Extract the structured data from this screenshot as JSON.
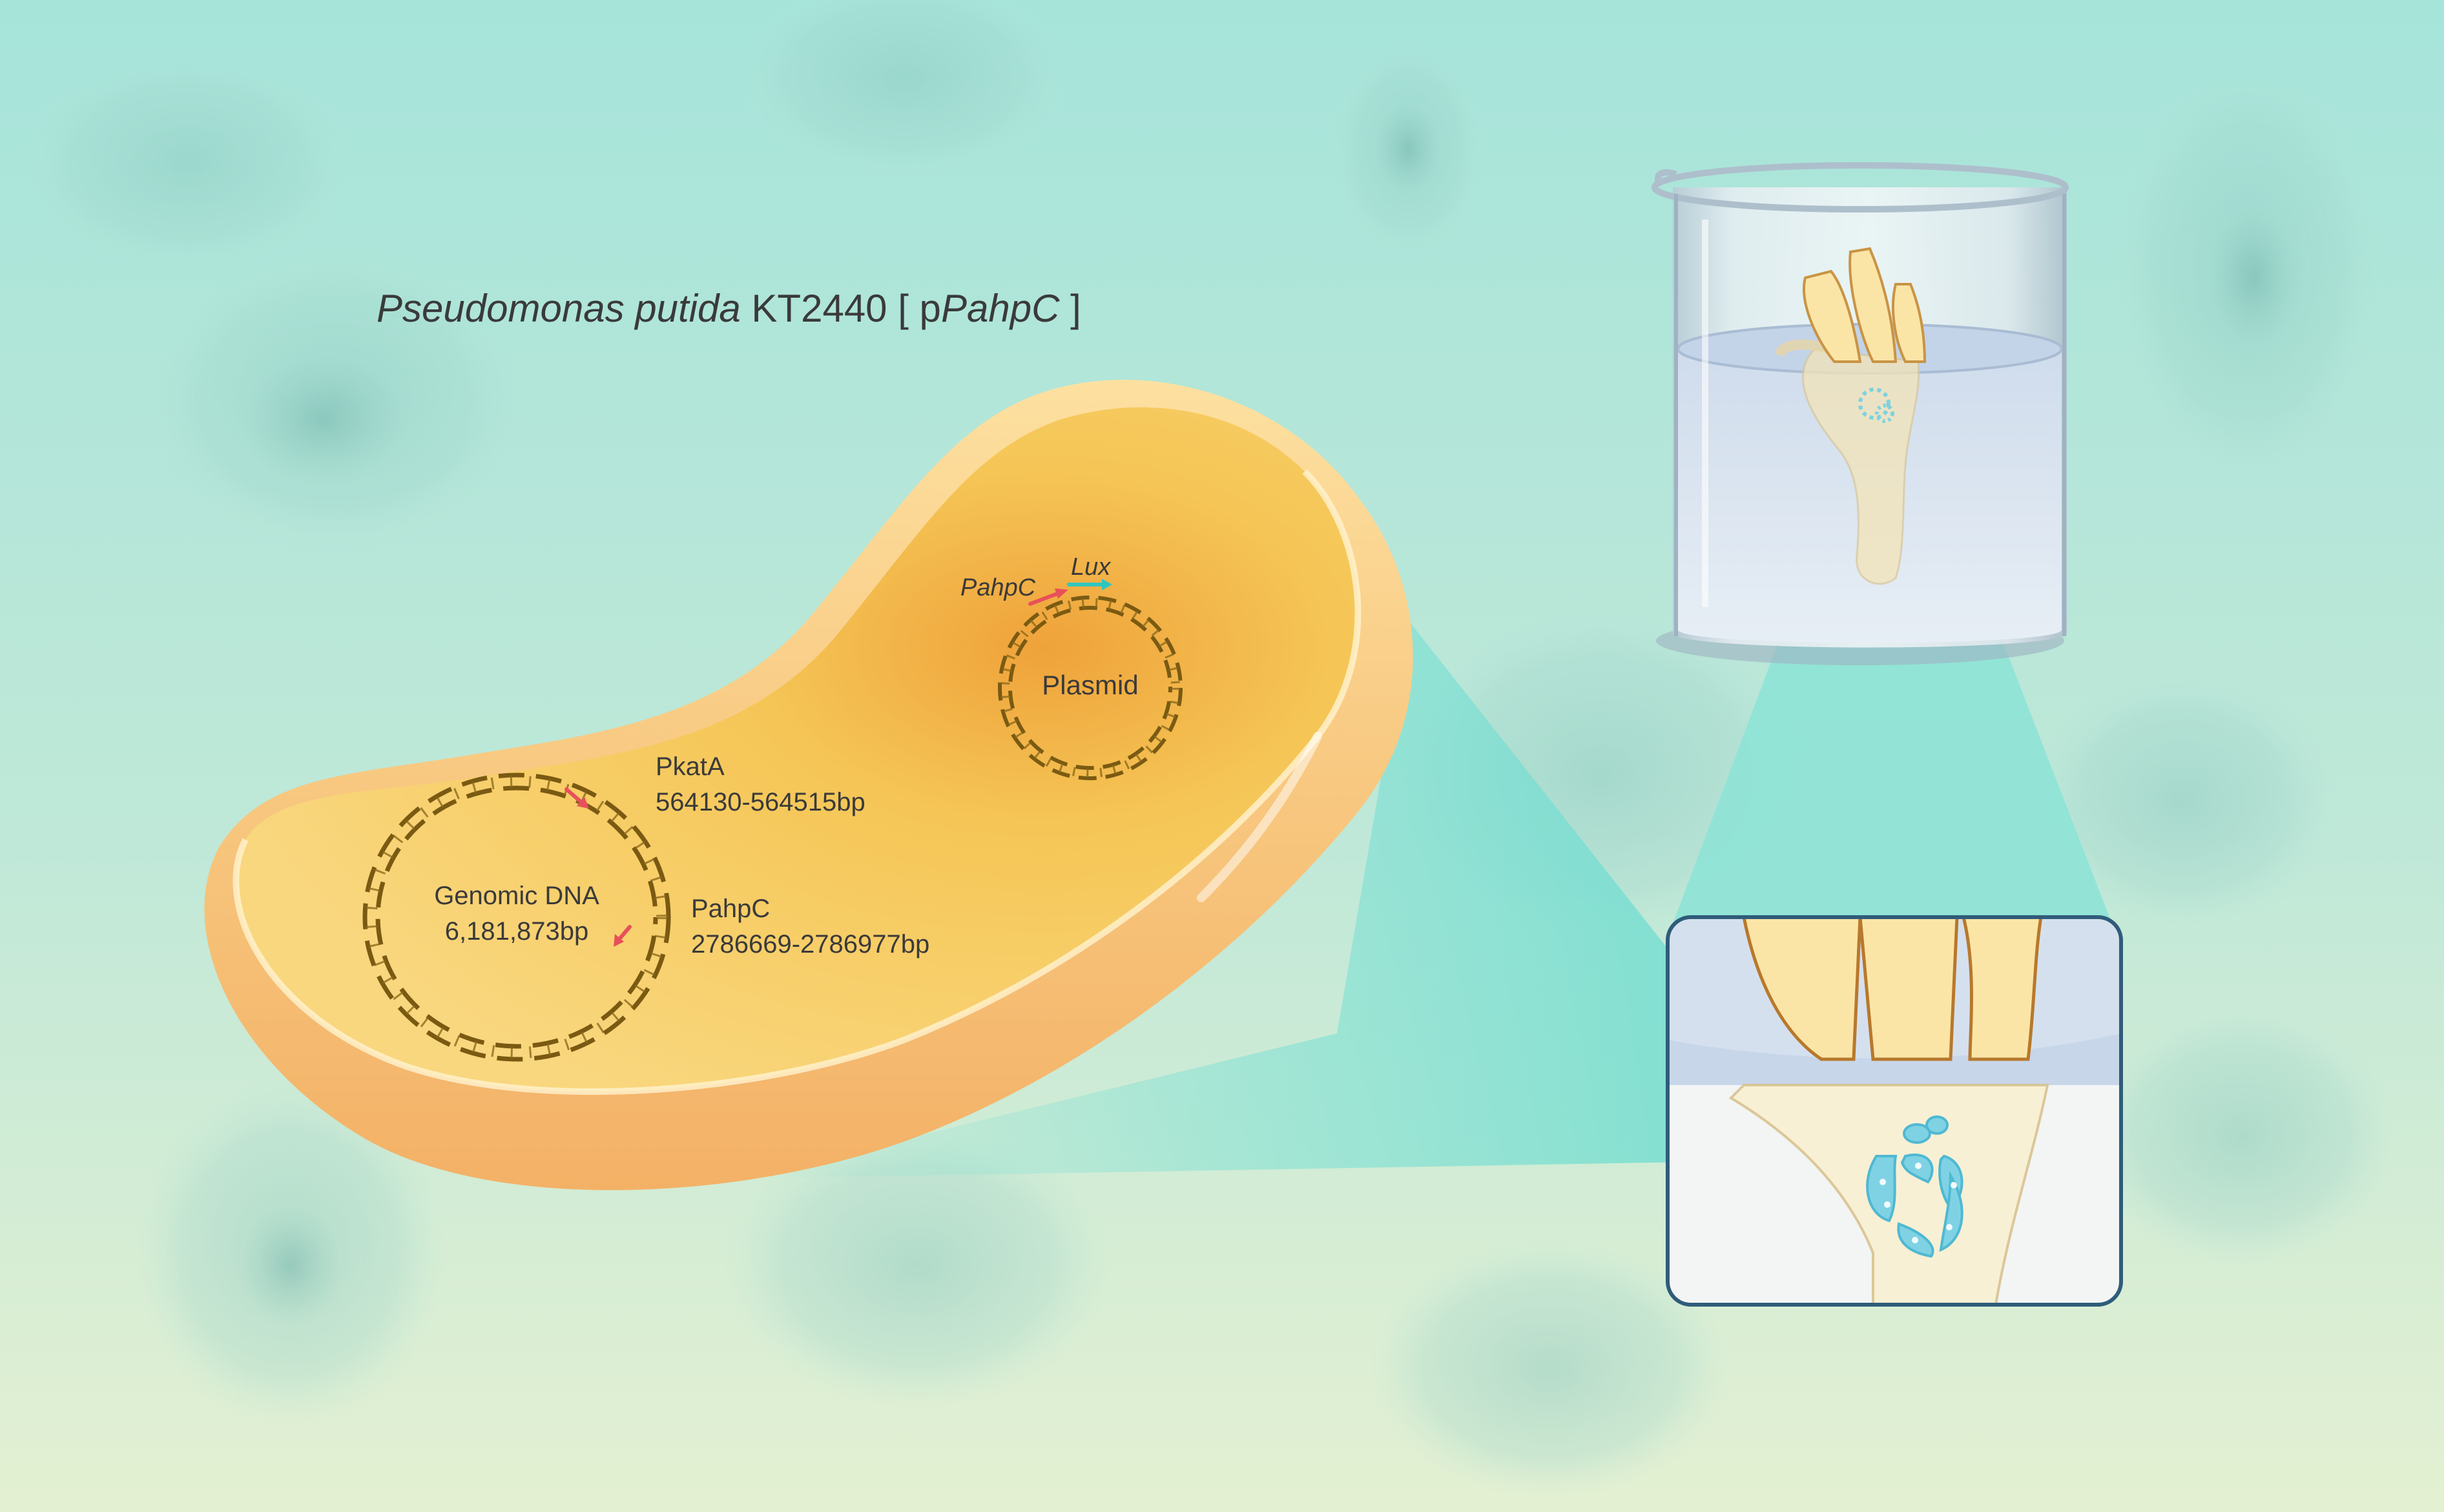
{
  "title": {
    "species": "Pseudomonas putida",
    "strain": " KT2440 [ p",
    "plasmid_gene": "PahpC",
    "close": " ]"
  },
  "genomic_dna": {
    "label": "Genomic DNA",
    "size": "6,181,873bp"
  },
  "pkatA": {
    "name": "PkatA",
    "range": "564130-564515bp"
  },
  "pahpC_genomic": {
    "name": "PahpC",
    "range": "2786669-2786977bp"
  },
  "plasmid": {
    "label": "Plasmid",
    "promoter": "PahpC",
    "reporter": "Lux"
  },
  "colors": {
    "background_top": "#a6e4da",
    "background_bottom": "#e4f0d2",
    "cell_outer": "#f7c983",
    "cell_inner": "#f6cf63",
    "cell_core": "#f0a83c",
    "dna_strand": "#7a5a12",
    "promoter_arrow": "#e8505b",
    "lux_arrow": "#2fc6c0",
    "zoom_beam": "#8fe3d8",
    "root": "#fbe8b8",
    "bacteria": "#6fcde0"
  }
}
